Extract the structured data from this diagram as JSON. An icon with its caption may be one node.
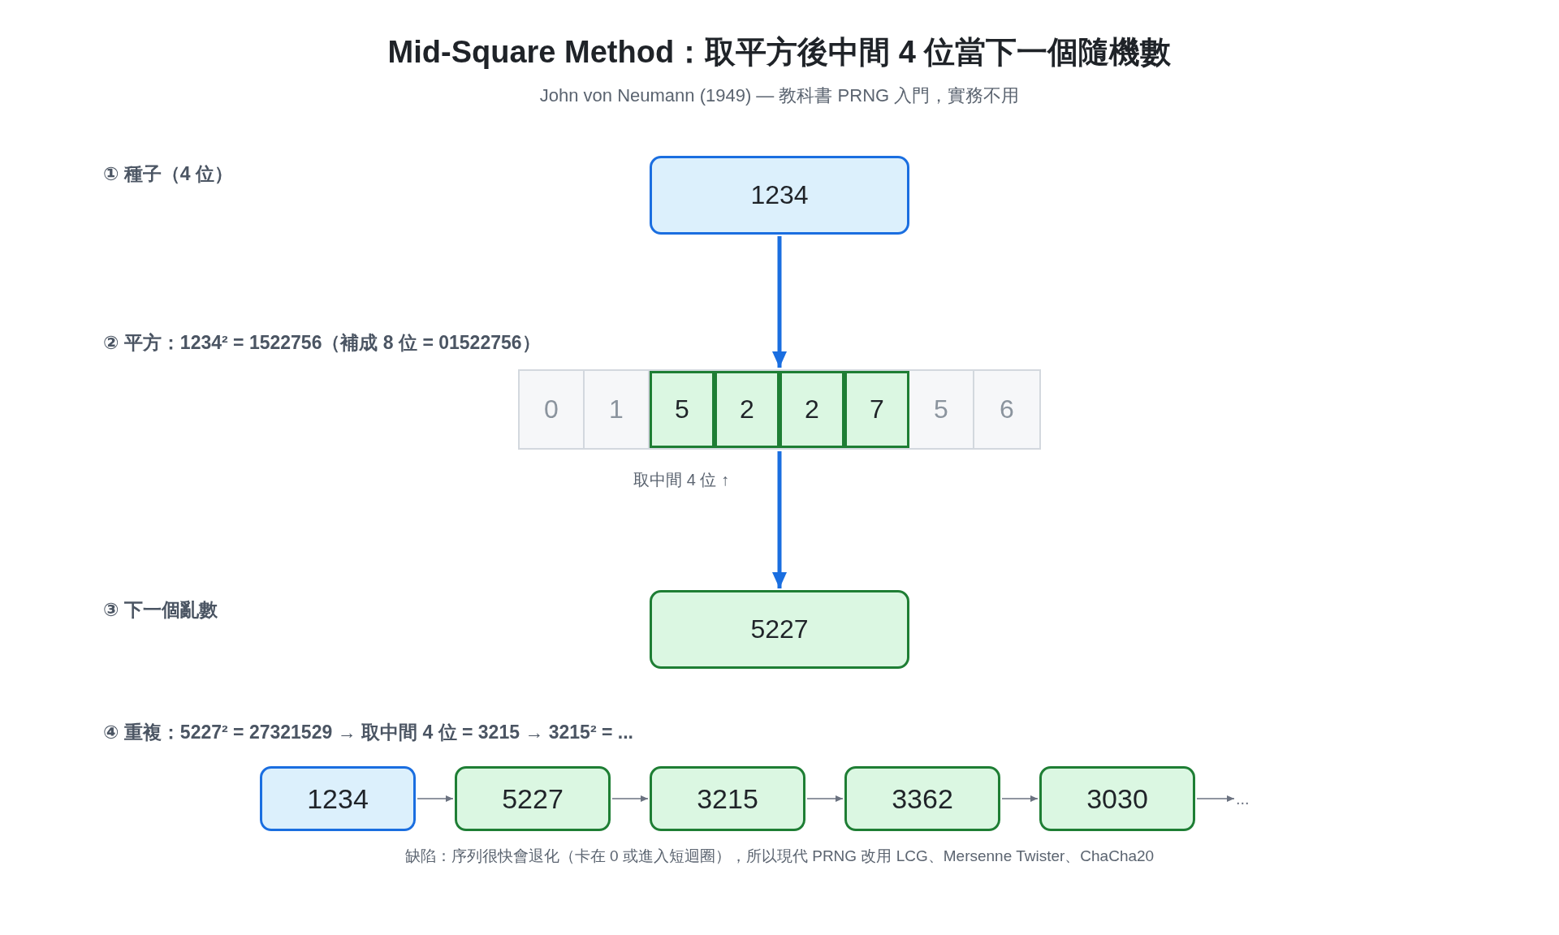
{
  "diagram": {
    "title": "Mid-Square Method：取平方後中間 4 位當下一個隨機數",
    "nodes": [
      {
        "text": [
          "1234"
        ]
      },
      {
        "text": [],
        "shape": "box",
        "beside": [
          "取中間 4 位 ↑"
        ]
      },
      {
        "text": [
          "0"
        ],
        "in": 1
      },
      {
        "text": [
          "1"
        ],
        "in": 1
      },
      {
        "text": [
          "5"
        ],
        "in": 1
      },
      {
        "text": [
          "2"
        ],
        "in": 1
      },
      {
        "text": [
          "2"
        ],
        "in": 1
      },
      {
        "text": [
          "7"
        ],
        "in": 1
      },
      {
        "text": [
          "5"
        ],
        "in": 1
      },
      {
        "text": [
          "6"
        ],
        "in": 1
      },
      {
        "text": [
          "5227"
        ]
      },
      {
        "text": [
          "1234"
        ]
      },
      {
        "text": [
          "5227"
        ]
      },
      {
        "text": [
          "3215"
        ]
      },
      {
        "text": [
          "3362"
        ]
      },
      {
        "text": [
          "3030"
        ]
      },
      {
        "text": [
          "..."
        ]
      }
    ],
    "edges": [
      {
        "from": 0,
        "to": 1,
        "arrow": "to",
        "style": "thick",
        "color": "#1a6ee0"
      },
      {
        "from": 1,
        "to": 10,
        "arrow": "to",
        "style": "thick",
        "color": "#1a6ee0"
      },
      {
        "from": 11,
        "to": 12,
        "arrow": "to"
      },
      {
        "from": 12,
        "to": 13,
        "arrow": "to"
      },
      {
        "from": 13,
        "to": 14,
        "arrow": "to"
      },
      {
        "from": 14,
        "to": 15,
        "arrow": "to"
      },
      {
        "from": 15,
        "to": 16,
        "arrow": "to"
      }
    ],
    "labels": [
      "John von Neumann (1949) — 教科書 PRNG 入門，實務不用",
      "① 種子（4 位）",
      "② 平方：1234² = 1522756（補成 8 位 = 01522756）",
      "③ 下一個亂數",
      "④ 重複：5227² = 27321529 → 取中間 4 位 = 3215 → 3215² = ...",
      "缺陷：序列很快會退化（卡在 0 或進入短迴圈），所以現代 PRNG 改用 LCG、Mersenne Twister、ChaCha20"
    ]
  }
}
